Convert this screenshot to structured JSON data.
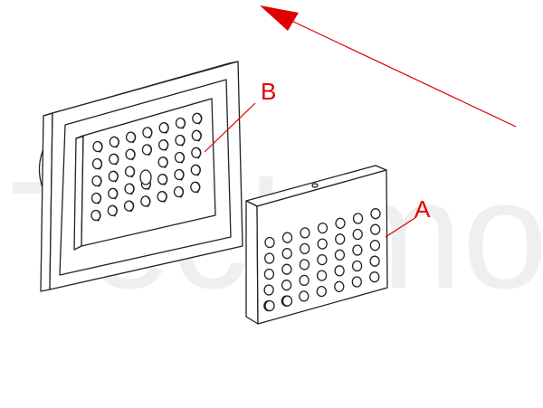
{
  "labels": {
    "a": "A",
    "b": "B"
  },
  "watermark": "Techmolog",
  "colors": {
    "annotation": "#e00000",
    "line": "#222222"
  },
  "icons": {
    "direction": "arrow-up-left-icon"
  }
}
